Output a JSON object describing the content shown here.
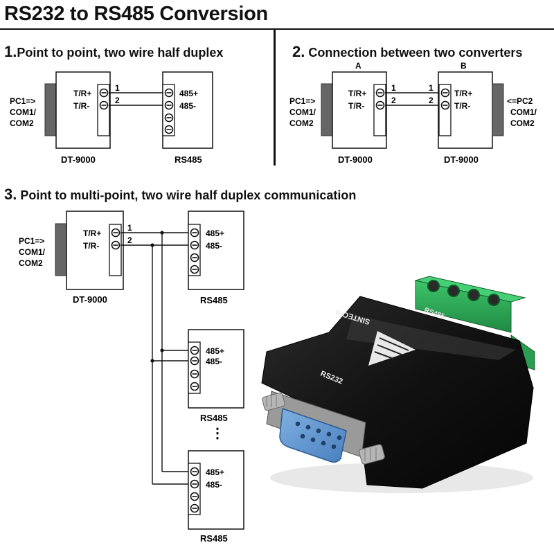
{
  "title": "RS232 to RS485 Conversion",
  "sections": [
    {
      "num": "1.",
      "text": "Point to point, two wire half duplex"
    },
    {
      "num": "2.",
      "text": " Connection between two converters"
    },
    {
      "num": "3.",
      "text": " Point to multi-point, two wire half duplex communication"
    }
  ],
  "labels": {
    "tr_plus": "T/R+",
    "tr_minus": "T/R-",
    "p485_plus": "485+",
    "p485_minus": "485-",
    "wire1": "1",
    "wire2": "2",
    "dt9000": "DT-9000",
    "rs485": "RS485",
    "pc1_line1": "PC1=>",
    "pc2_line1": "<=PC2",
    "com1": "COM1/",
    "com2": "COM2",
    "conv_a": "A",
    "conv_b": "B",
    "dots": "⋮"
  },
  "product": {
    "brand": "SINTECHI",
    "rs232": "RS232",
    "rs485": "RS485"
  }
}
